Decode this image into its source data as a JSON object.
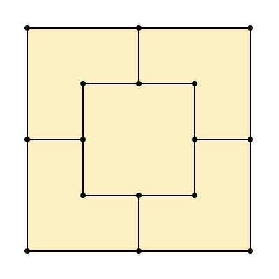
{
  "diagram": {
    "fill_color": "#fdf0c4",
    "stroke_color": "#000000",
    "vertex_color": "#000000",
    "shape": "square divided into an inner square and four surrounding regions",
    "regions": [
      {
        "name": "inner-square"
      },
      {
        "name": "top-left-region"
      },
      {
        "name": "top-right-region"
      },
      {
        "name": "bottom-left-region"
      },
      {
        "name": "bottom-right-region"
      }
    ],
    "vertex_count": 16
  }
}
